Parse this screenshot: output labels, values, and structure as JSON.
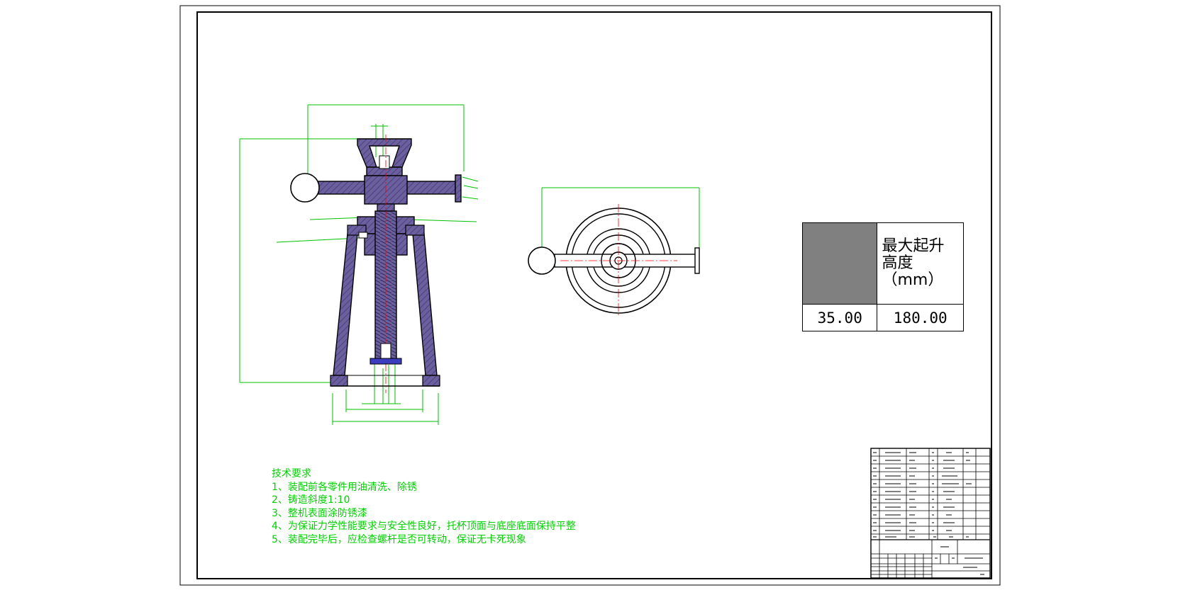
{
  "spec_table": {
    "header": "最大起升高度（mm）",
    "values": [
      "35.00",
      "180.00"
    ]
  },
  "tech_requirements": {
    "title": "技术要求",
    "items": [
      "1、装配前各零件用油清洗、除锈",
      "2、铸造斜度1:10",
      "3、整机表面涂防锈漆",
      "4、为保证力学性能要求与安全性良好，托杯顶面与底座底面保持平整",
      "5、装配完毕后，应检查螺杆是否可转动，保证无卡死现象"
    ]
  },
  "colors": {
    "outline": "#000000",
    "section_fill": "#6b5f9e",
    "dimension": "#00c000",
    "centerline": "#ff0000",
    "header_swatch": "#808080"
  }
}
